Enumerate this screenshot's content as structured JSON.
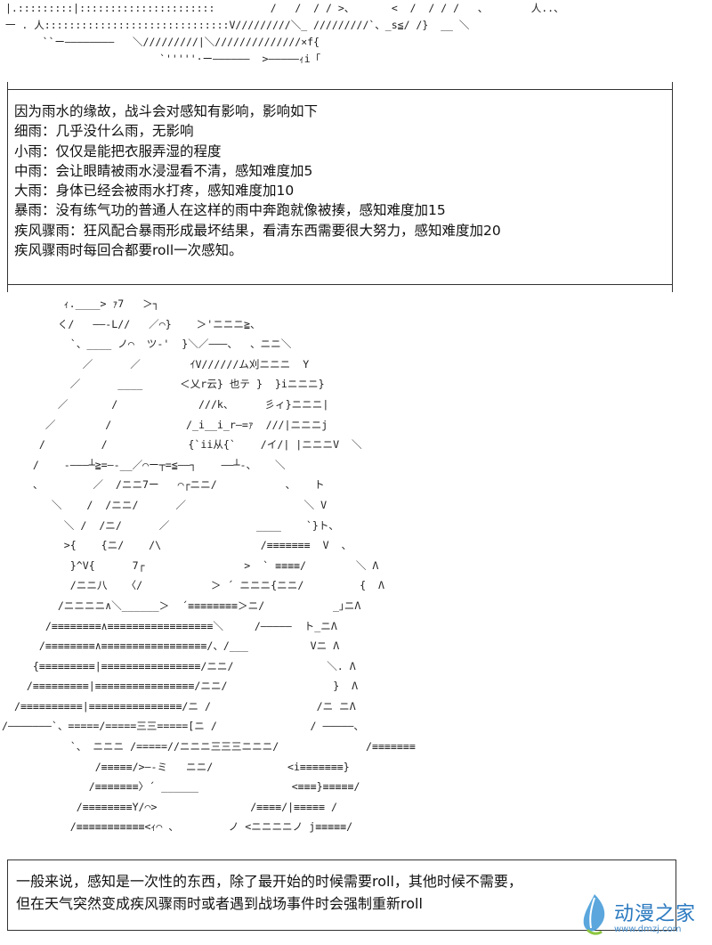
{
  "top_art": "|.:::::::::|::::::::::::::::::::::         /   /  / / >、      <  /  / / /   、       人..、\n一 . 人::::::::::::::::::::::::::::::V/////////＼_ /////////`、_s≦/ /}  __ ＼\n      ``ー――――――――   ＼/////////|＼//////////////×f{\n                         `'''''·ー――――――  >―――――ｨi「",
  "rule_box": {
    "lines": [
      "因为雨水的缘故，战斗会对感知有影响，影响如下",
      "细雨：几乎没什么雨，无影响",
      "小雨：仅仅是能把衣服弄湿的程度",
      "中雨：会让眼睛被雨水浸湿看不清，感知难度加5",
      "大雨：身体已经会被雨水打疼，感知难度加10",
      "暴雨：没有练气功的普通人在这样的雨中奔跑就像被揍，感知难度加15",
      "疾风骤雨：狂风配合暴雨形成最坏结果，看清东西需要很大努力，感知难度加20",
      "疾风骤雨时每回合都要roll一次感知。"
    ]
  },
  "figure_art": "          ｨ.____> ｧ7   ＞┐\n         く/   ――-L//   ／⌒}    ＞'ニニニ≧、\n           `、____ ノ⌒  ツ-'  }＼／―――、  、ニニ＼\n             ／      ／        ｲV//////ム刈ニニニ  Y\n           ／      ____      ＜乂r云} 也テ }  }iニニニ}\n         ／       /             ///k、     彡ィ}ニニニ|\n       ／        /            /_i__i_r―=ｧ  ///|ニニニj\n      /         /             {`ii从{`    /イ/| |ニニニV  ＼\n     /    -―――┴≧=―-__／⌒ー┬=≦――┐    ――┴-、   ＼\n     、        ／  /ニニ7ー   ⌒┌ニニ/           、   ト\n        ＼    /  /ニニ/      ／                   ＼ V\n          ＼ /  /ニ/      ／              ____    `}ト、\n          >{    {ニ/    /\\                /≡≡≡≡≡≡≡  V  、\n           }^V{      7┌                >  ` ≡≡≡≡/        ＼ Λ\n           /ニニ八   〈/           ＞ ´ ニニニ{ニニ/         {  Λ\n         /ニニニニ∧＼______＞  ´≡≡≡≡≡≡≡≡＞ニ/           _｣ニΛ\n       /≡≡≡≡≡≡≡≡∧≡≡≡≡≡≡≡≡≡≡≡≡≡≡≡≡≡＼     /―――――  ト_ニΛ\n      /≡≡≡≡≡≡≡≡∧≡≡≡≡≡≡≡≡≡≡≡≡≡≡≡≡≡/、/___          Vニ Λ\n     {≡≡≡≡≡≡≡≡≡|≡≡≡≡≡≡≡≡≡≡≡≡≡≡≡≡/ニニ/               ＼. Λ\n    /≡≡≡≡≡≡≡≡≡|≡≡≡≡≡≡≡≡≡≡≡≡≡≡≡≡/ニニ/                 }  Λ\n  /≡≡≡≡≡≡≡≡≡≡|≡≡≡≡≡≡≡≡≡≡≡≡≡≡≡/ニ /                 /ニ ニΛ\n/―――――――`、=====/=====三三=====[ニ /               / ―――――、\n           `、 ニニニ /=====//ニニニ三三三ニニニ/              /≡≡≡≡≡≡≡\n               /≡≡≡≡≡/>―-ミ   ニニ/            <i≡≡≡≡≡≡≡}\n              /≡≡≡≡≡≡≡〉´ ______               <≡≡≡}≡≡≡≡≡/\n            /≡≡≡≡≡≡≡≡Y/⌒>               /≡≡≡≡/|≡≡≡≡≡ /\n           /≡≡≡≡≡≡≡≡≡≡≡<ｨ⌒ 、        ノ <ニニニニノ j≡≡≡≡≡/",
  "note_box": {
    "lines": [
      "一般来说，感知是一次性的东西，除了最开始的时候需要roll，其他时候不需要，",
      "但在天气突然变成疾风骤雨时或者遇到战场事件时会强制重新roll"
    ]
  },
  "watermark": {
    "name": "动漫之家",
    "url": "www.dmzj.com",
    "accent_color": "#2b7ac0",
    "icon": "leaf-logo-icon"
  }
}
